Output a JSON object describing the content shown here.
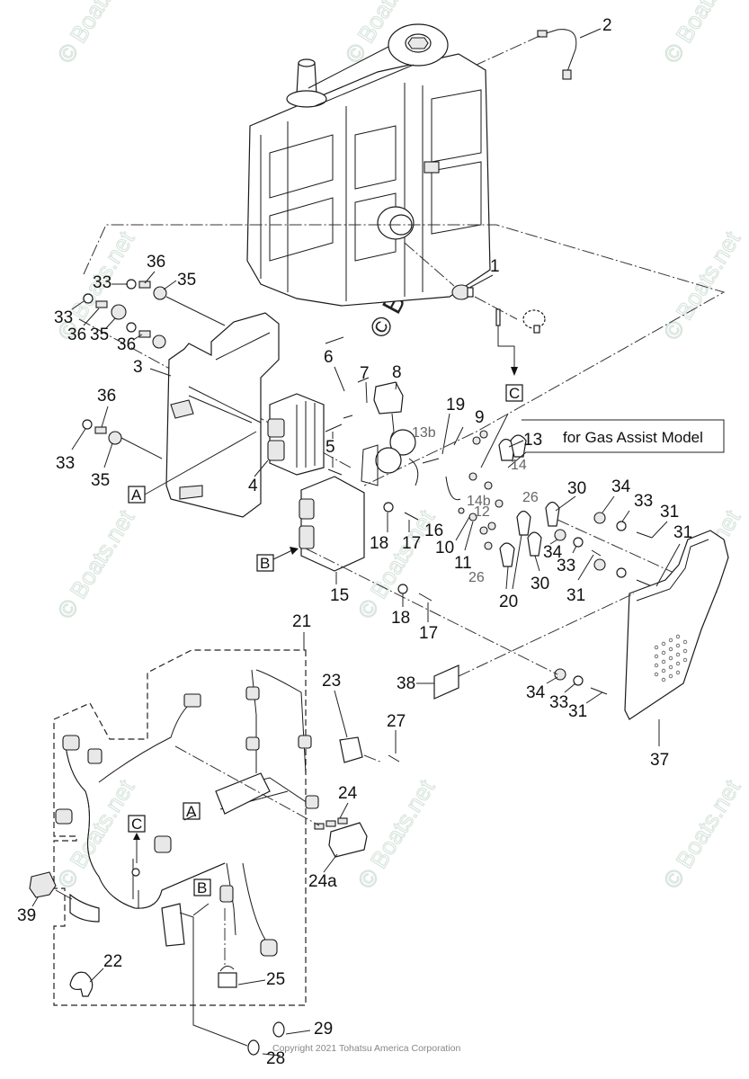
{
  "diagram": {
    "title": "Electrical Parts Exploded View",
    "watermark": "© Boats.net",
    "copyright": "Copyright 2021 Tohatsu America Corporation",
    "note": "for Gas Assist Model",
    "reference_markers": {
      "A": "A",
      "B": "B",
      "C": "C"
    },
    "callouts": {
      "c1": "1",
      "c2": "2",
      "c3": "3",
      "c4": "4",
      "c5": "5",
      "c6": "6",
      "c7": "7",
      "c8": "8",
      "c9": "9",
      "c10": "10",
      "c11": "11",
      "c12": "12",
      "c13": "13",
      "c13b": "13b",
      "c14": "14",
      "c14b": "14b",
      "c15": "15",
      "c16": "16",
      "c17a": "17",
      "c17b": "17",
      "c18a": "18",
      "c18b": "18",
      "c19": "19",
      "c20": "20",
      "c21": "21",
      "c22": "22",
      "c23": "23",
      "c24": "24",
      "c24a": "24a",
      "c25": "25",
      "c26a": "26",
      "c26b": "26",
      "c27": "27",
      "c28": "28",
      "c29": "29",
      "c30a": "30",
      "c30b": "30",
      "c31a": "31",
      "c31b": "31",
      "c31c": "31",
      "c31d": "31",
      "c33a": "33",
      "c33b": "33",
      "c33c": "33",
      "c33d": "33",
      "c33e": "33",
      "c33f": "33",
      "c34a": "34",
      "c34b": "34",
      "c34c": "34",
      "c35a": "35",
      "c35b": "35",
      "c35c": "35",
      "c36a": "36",
      "c36b": "36",
      "c36c": "36",
      "c36d": "36",
      "c37": "37",
      "c38": "38",
      "c39": "39"
    }
  }
}
